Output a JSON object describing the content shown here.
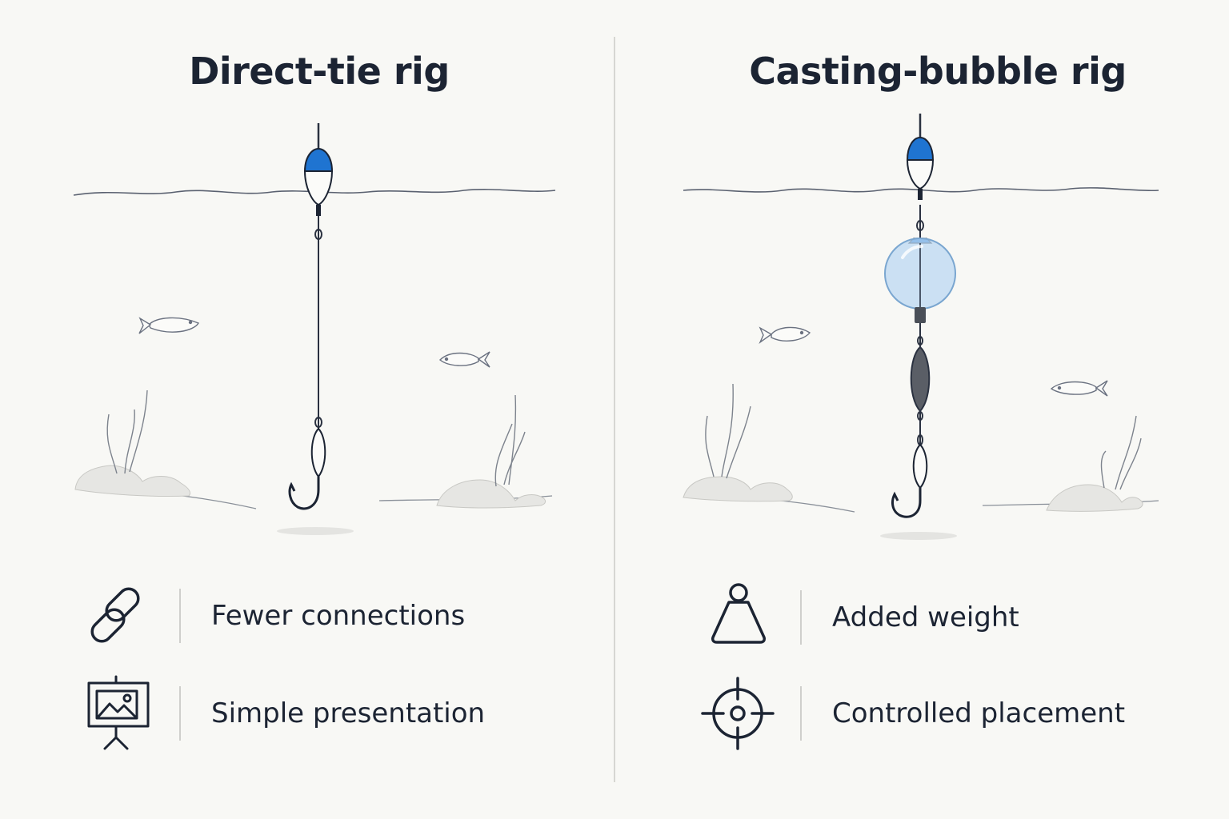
{
  "left_panel": {
    "title": "Direct-tie rig",
    "features": [
      {
        "icon": "chain-link-icon",
        "label": "Fewer connections"
      },
      {
        "icon": "presentation-board-icon",
        "label": "Simple presentation"
      }
    ]
  },
  "right_panel": {
    "title": "Casting-bubble rig",
    "features": [
      {
        "icon": "weight-icon",
        "label": "Added weight"
      },
      {
        "icon": "crosshair-target-icon",
        "label": "Controlled placement"
      }
    ]
  },
  "colors": {
    "float_blue": "#1f74d1",
    "bubble_blue": "#bcd8f2",
    "sinker_gray": "#5a5e66",
    "line": "#2a3140"
  }
}
